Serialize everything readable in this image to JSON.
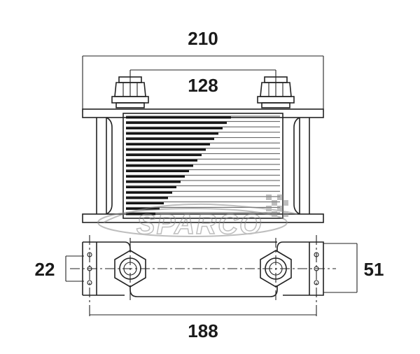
{
  "dimensions": {
    "overall_width": "210",
    "fitting_spacing": "128",
    "mounting_spacing": "188",
    "mount_slot_small": "22",
    "mount_slot_large": "51"
  },
  "watermark": {
    "text": "SPARCO",
    "color": "#8a8a8a"
  },
  "fin_count": 19
}
